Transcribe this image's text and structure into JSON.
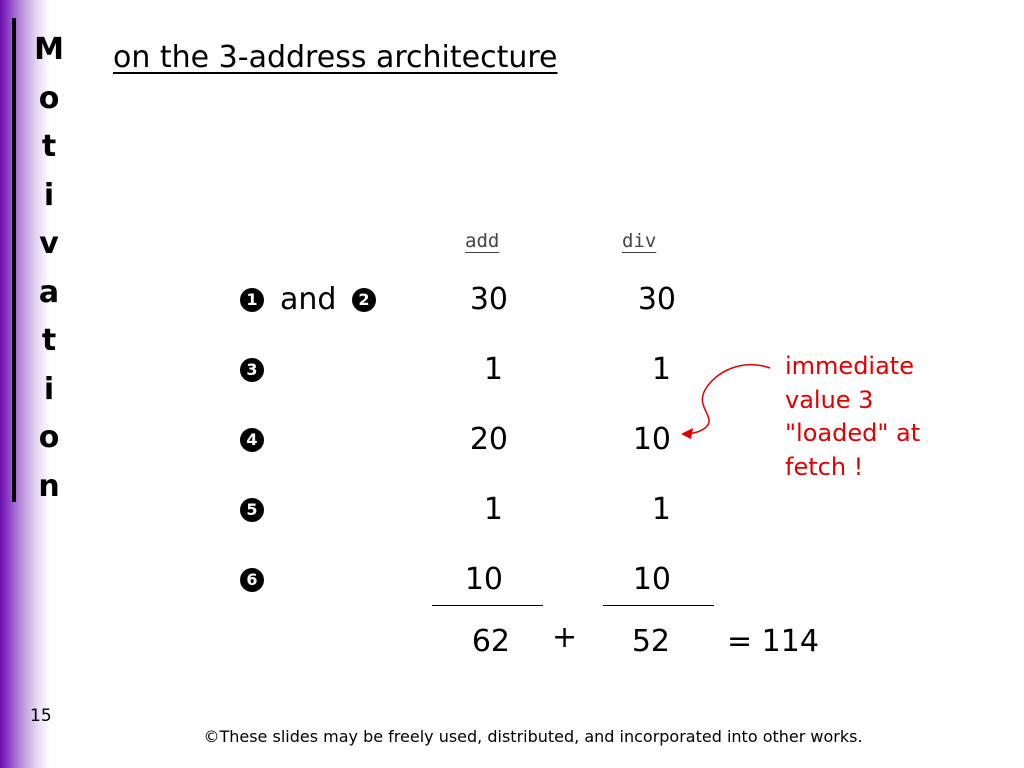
{
  "sidebar_title": [
    "M",
    "o",
    "t",
    "i",
    "v",
    "a",
    "t",
    "i",
    "o",
    "n"
  ],
  "title": "on the 3-address architecture",
  "columns": {
    "add": "add",
    "div": "div"
  },
  "rows": [
    {
      "marker1": "1",
      "connector": "and",
      "marker2": "2",
      "add": "30",
      "div": "30"
    },
    {
      "marker1": "3",
      "add": "1",
      "div": "1"
    },
    {
      "marker1": "4",
      "add": "20",
      "div": "10"
    },
    {
      "marker1": "5",
      "add": "1",
      "div": "1"
    },
    {
      "marker1": "6",
      "add": "10",
      "div": "10"
    }
  ],
  "totals": {
    "add": "62",
    "plus": "+",
    "div": "52",
    "result": "= 114"
  },
  "note": [
    "immediate",
    "value 3",
    "\"loaded\" at",
    "fetch !"
  ],
  "colors": {
    "note": "#e00000",
    "sidebar": "#6a0fa8"
  },
  "slide_number": "15",
  "footer": "©These slides may be freely used, distributed, and incorporated into other works."
}
